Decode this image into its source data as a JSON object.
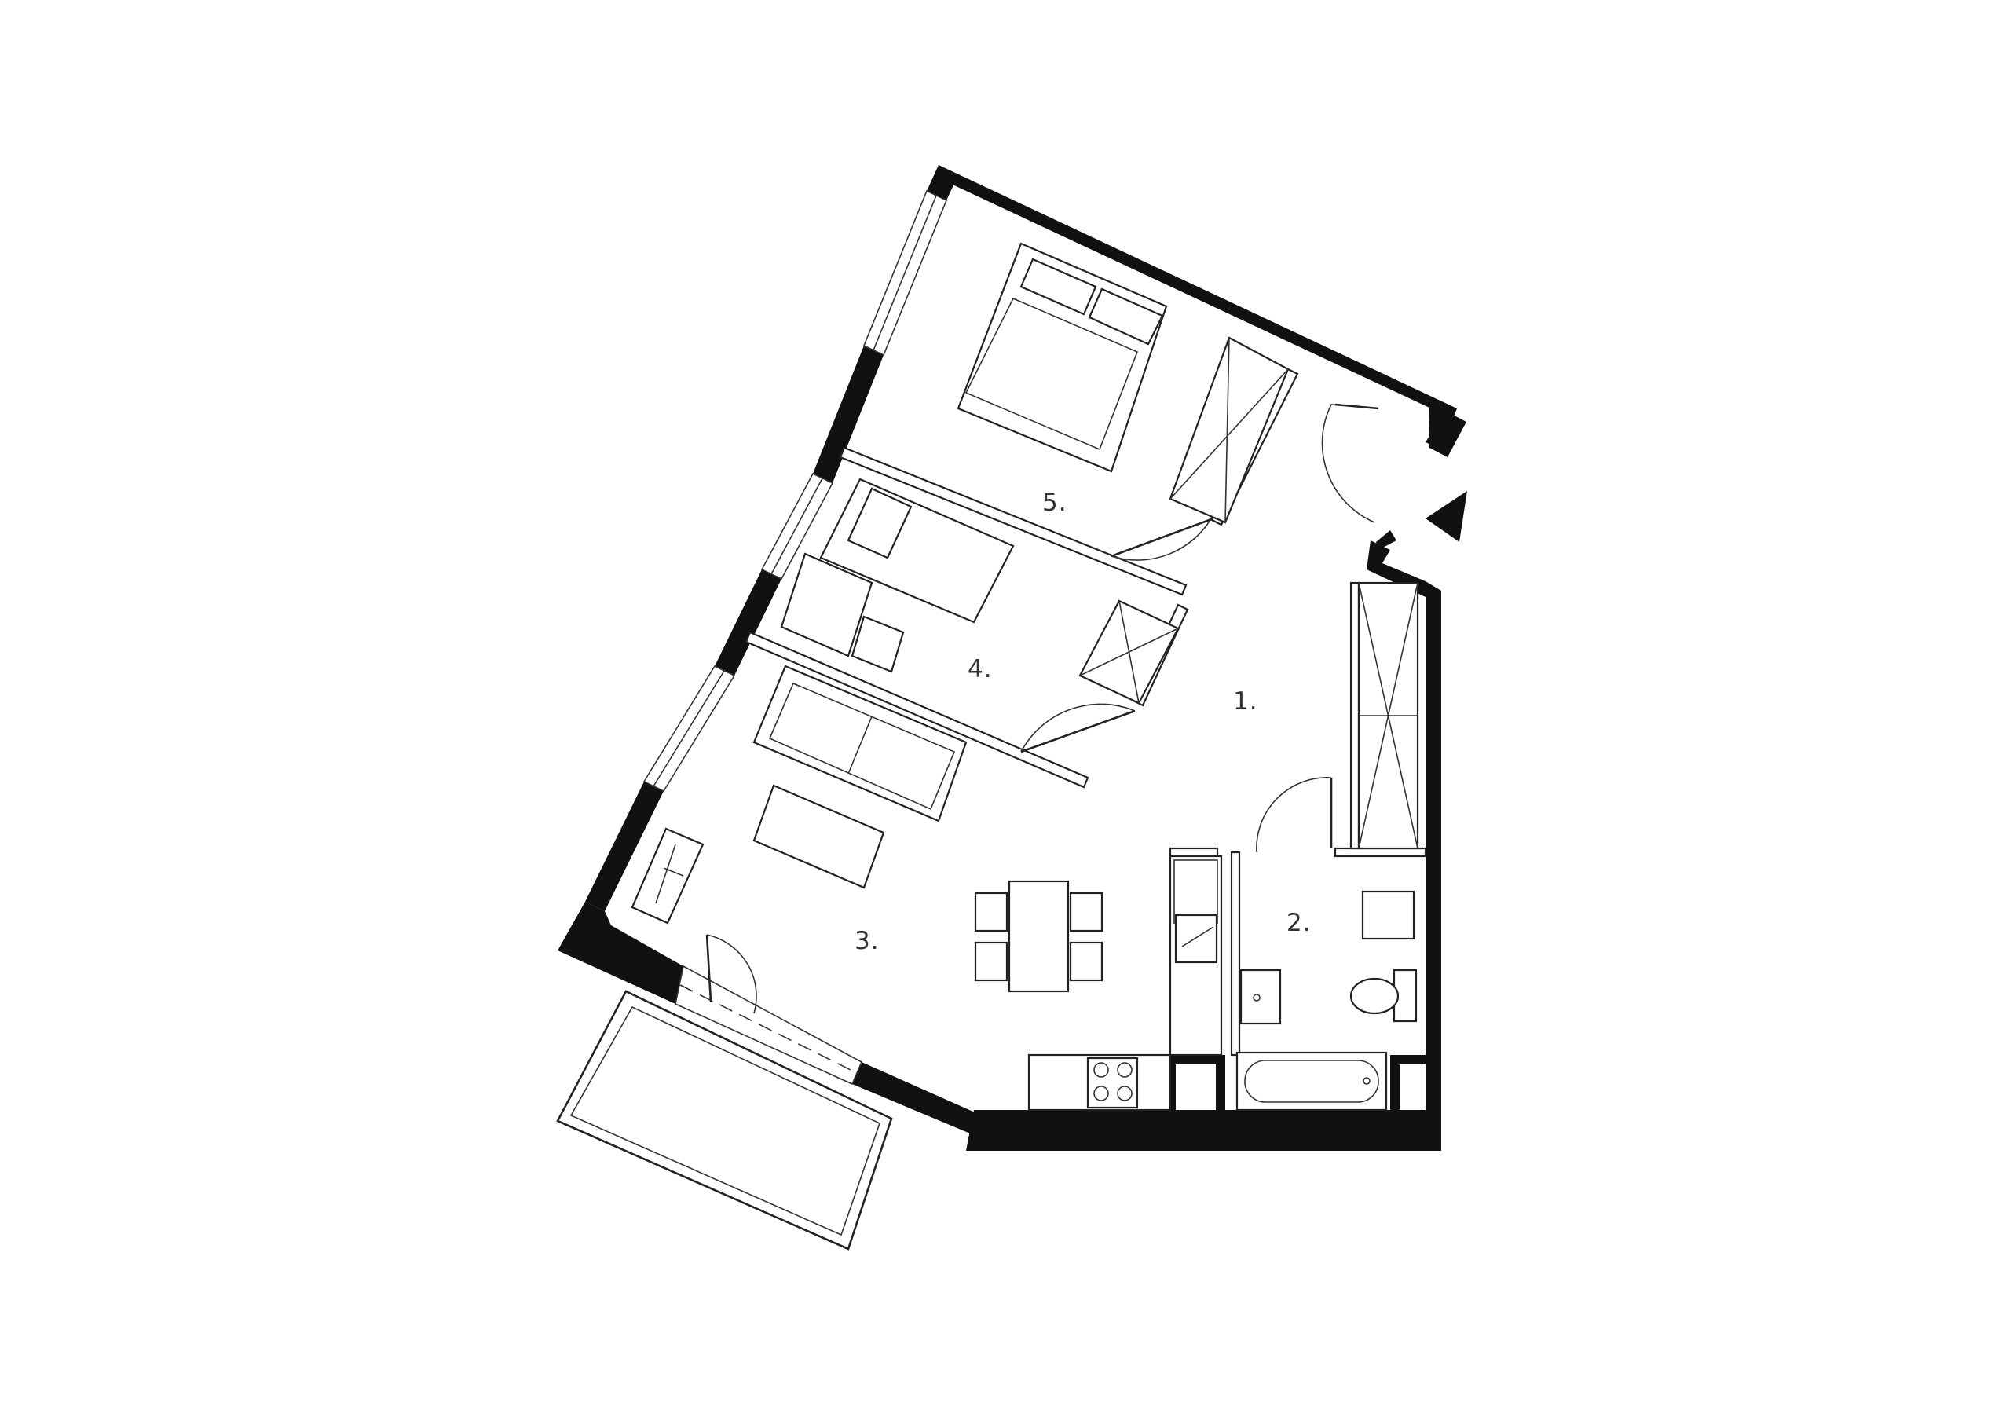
{
  "rooms": [
    {
      "label": "1."
    },
    {
      "label": "2."
    },
    {
      "label": "3."
    },
    {
      "label": "4."
    },
    {
      "label": "5."
    }
  ],
  "entrance_marker": "triangle-arrow-icon",
  "colors": {
    "walls": "#111111",
    "lines": "#222222",
    "background": "#ffffff"
  }
}
